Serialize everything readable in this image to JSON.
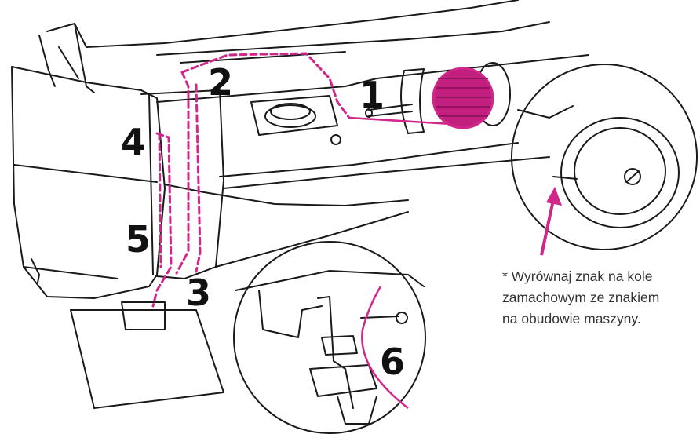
{
  "steps": {
    "step1": "1",
    "step2": "2",
    "step3": "3",
    "step4": "4",
    "step5": "5",
    "step6": "6"
  },
  "note": {
    "line1": "* Wyrównaj znak na kole",
    "line2": "zamachowym ze znakiem",
    "line3": "na obudowie maszyny."
  },
  "colors": {
    "thread": "#d1268a",
    "outline": "#1a1a1a",
    "background": "#ffffff"
  }
}
